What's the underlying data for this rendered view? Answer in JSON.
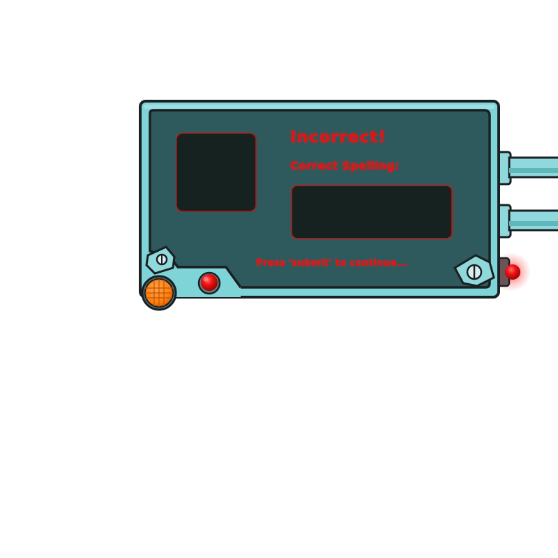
{
  "feedback": {
    "heading": "Incorrect!",
    "correct_label": "Correct Spelling:",
    "correct_word": "",
    "continue_hint": "Press 'submit' to continue..."
  },
  "colors": {
    "frame": "#7fd4d8",
    "frame_outline": "#1a1f22",
    "panel": "#2f5a5d",
    "screen": "#152220",
    "text_red": "#e01414",
    "knob_orange": "#ff7f0f",
    "button_red": "#e01010"
  },
  "icons": {
    "screw_left": "screw-icon",
    "screw_right": "screw-icon",
    "knob": "orange-knob",
    "indicator": "red-indicator-light"
  }
}
